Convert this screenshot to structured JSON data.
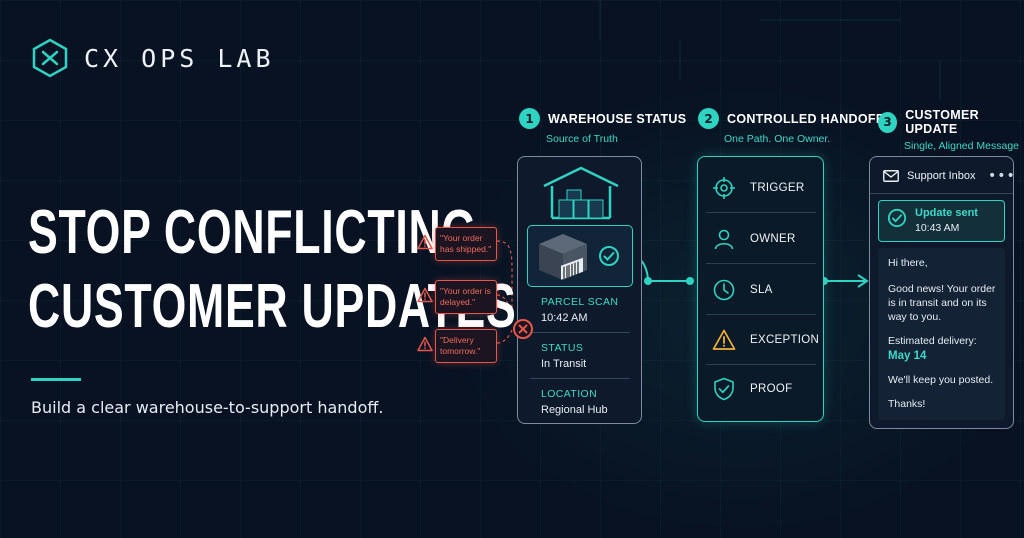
{
  "brand": {
    "name": "CX OPS LAB",
    "logo_icon": "hexagon-cx-logo-icon"
  },
  "headline": {
    "line1": "STOP CONFLICTING",
    "line2": "CUSTOMER UPDATES"
  },
  "subline": "Build a clear warehouse-to-support handoff.",
  "colors": {
    "accent": "#2ed3c1",
    "warning": "#e4574a",
    "background": "#081222"
  },
  "steps": [
    {
      "number": "1",
      "title": "WAREHOUSE STATUS",
      "subtitle": "Source of Truth"
    },
    {
      "number": "2",
      "title": "CONTROLLED HANDOFF",
      "subtitle": "One Path. One Owner."
    },
    {
      "number": "3",
      "title": "CUSTOMER UPDATE",
      "subtitle": "Single, Aligned Message"
    }
  ],
  "warehouse": {
    "fields": [
      {
        "label": "PARCEL SCAN",
        "value": "10:42 AM"
      },
      {
        "label": "STATUS",
        "value": "In Transit"
      },
      {
        "label": "LOCATION",
        "value": "Regional Hub"
      }
    ]
  },
  "conflicts": [
    {
      "line1": "\"Your order",
      "line2": "has shipped.\""
    },
    {
      "line1": "\"Your order is",
      "line2": "delayed.\""
    },
    {
      "line1": "\"Delivery",
      "line2": "tomorrow.\""
    }
  ],
  "handoff": {
    "items": [
      {
        "label": "TRIGGER",
        "icon": "target-icon"
      },
      {
        "label": "OWNER",
        "icon": "person-icon"
      },
      {
        "label": "SLA",
        "icon": "clock-icon"
      },
      {
        "label": "EXCEPTION",
        "icon": "warning-triangle-icon"
      },
      {
        "label": "PROOF",
        "icon": "shield-check-icon"
      }
    ]
  },
  "customer": {
    "inbox_title": "Support Inbox",
    "more": "•••",
    "update_title": "Update sent",
    "update_time": "10:43 AM",
    "greeting": "Hi there,",
    "body": "Good news! Your order is in transit and on its way to you.",
    "delivery_label": "Estimated delivery:",
    "delivery_date": "May 14",
    "closing": "We'll keep you posted.",
    "signoff": "Thanks!"
  }
}
